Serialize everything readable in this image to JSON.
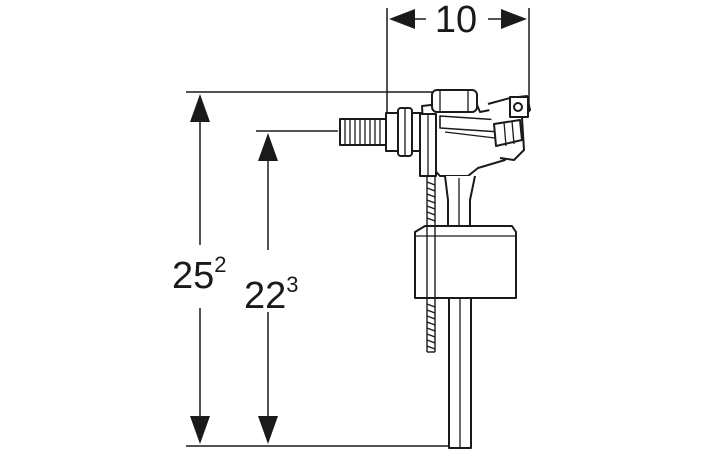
{
  "dimensions": {
    "top_width": {
      "main": "10",
      "sup": ""
    },
    "total_height": {
      "main": "25",
      "sup": "2"
    },
    "inlet_height": {
      "main": "22",
      "sup": "3"
    }
  },
  "colors": {
    "stroke": "#1a1a1a",
    "background": "#ffffff",
    "float_fill": "#ffffff"
  }
}
